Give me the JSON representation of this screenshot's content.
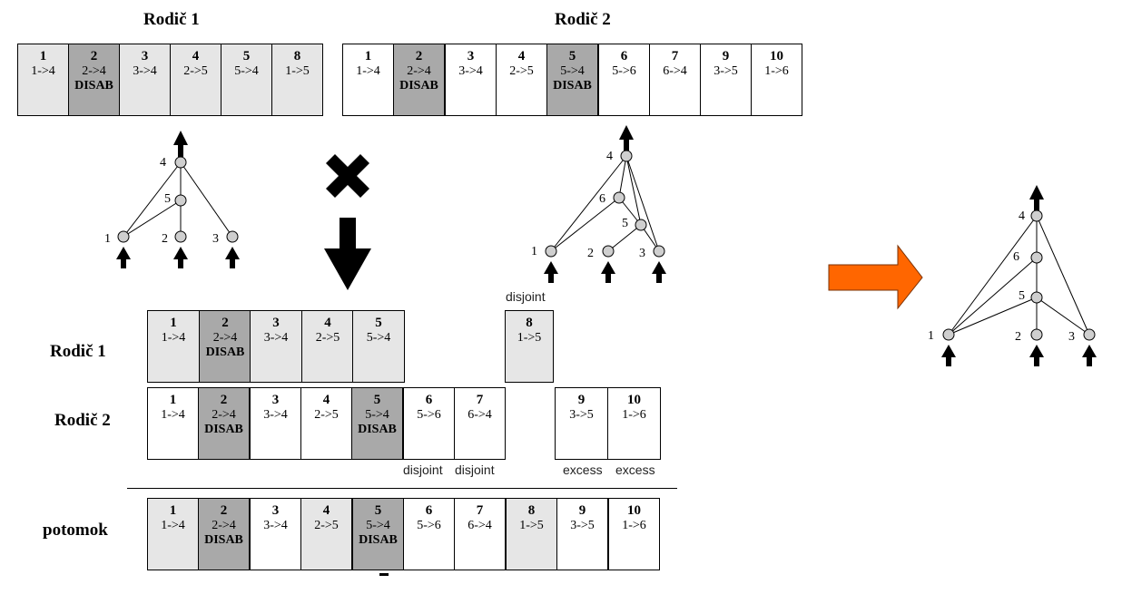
{
  "titles": {
    "parent1": "Rodič 1",
    "parent2": "Rodič 2"
  },
  "aligned_labels": {
    "parent1": "Rodič 1",
    "parent2": "Rodič 2",
    "offspring": "potomok"
  },
  "disabled_text": "DISAB",
  "parent1_genome": [
    {
      "innov": "1",
      "conn": "1->4",
      "shade": "light",
      "disabled": false
    },
    {
      "innov": "2",
      "conn": "2->4",
      "shade": "dark",
      "disabled": true
    },
    {
      "innov": "3",
      "conn": "3->4",
      "shade": "light",
      "disabled": false
    },
    {
      "innov": "4",
      "conn": "2->5",
      "shade": "light",
      "disabled": false
    },
    {
      "innov": "5",
      "conn": "5->4",
      "shade": "light",
      "disabled": false
    },
    {
      "innov": "8",
      "conn": "1->5",
      "shade": "light",
      "disabled": false
    }
  ],
  "parent2_genome": [
    {
      "innov": "1",
      "conn": "1->4",
      "shade": "white",
      "disabled": false
    },
    {
      "innov": "2",
      "conn": "2->4",
      "shade": "dark",
      "disabled": true
    },
    {
      "innov": "3",
      "conn": "3->4",
      "shade": "white",
      "disabled": false
    },
    {
      "innov": "4",
      "conn": "2->5",
      "shade": "white",
      "disabled": false
    },
    {
      "innov": "5",
      "conn": "5->4",
      "shade": "dark",
      "disabled": true
    },
    {
      "innov": "6",
      "conn": "5->6",
      "shade": "white",
      "disabled": false
    },
    {
      "innov": "7",
      "conn": "6->4",
      "shade": "white",
      "disabled": false
    },
    {
      "innov": "9",
      "conn": "3->5",
      "shade": "white",
      "disabled": false
    },
    {
      "innov": "10",
      "conn": "1->6",
      "shade": "white",
      "disabled": false
    }
  ],
  "aligned_parent1": [
    {
      "innov": "1",
      "conn": "1->4",
      "shade": "light",
      "disabled": false
    },
    {
      "innov": "2",
      "conn": "2->4",
      "shade": "dark",
      "disabled": true
    },
    {
      "innov": "3",
      "conn": "3->4",
      "shade": "light",
      "disabled": false
    },
    {
      "innov": "4",
      "conn": "2->5",
      "shade": "light",
      "disabled": false
    },
    {
      "innov": "5",
      "conn": "5->4",
      "shade": "light",
      "disabled": false
    }
  ],
  "aligned_parent1_extra": {
    "innov": "8",
    "conn": "1->5",
    "shade": "light",
    "disabled": false,
    "note": "disjoint"
  },
  "aligned_parent2": [
    {
      "innov": "1",
      "conn": "1->4",
      "shade": "white",
      "disabled": false
    },
    {
      "innov": "2",
      "conn": "2->4",
      "shade": "dark",
      "disabled": true
    },
    {
      "innov": "3",
      "conn": "3->4",
      "shade": "white",
      "disabled": false
    },
    {
      "innov": "4",
      "conn": "2->5",
      "shade": "white",
      "disabled": false
    },
    {
      "innov": "5",
      "conn": "5->4",
      "shade": "dark",
      "disabled": true
    },
    {
      "innov": "6",
      "conn": "5->6",
      "shade": "white",
      "disabled": false,
      "note": "disjoint"
    },
    {
      "innov": "7",
      "conn": "6->4",
      "shade": "white",
      "disabled": false,
      "note": "disjoint"
    }
  ],
  "aligned_parent2_excess": [
    {
      "innov": "9",
      "conn": "3->5",
      "shade": "white",
      "disabled": false,
      "note": "excess"
    },
    {
      "innov": "10",
      "conn": "1->6",
      "shade": "white",
      "disabled": false,
      "note": "excess"
    }
  ],
  "offspring_genome": [
    {
      "innov": "1",
      "conn": "1->4",
      "shade": "light",
      "disabled": false
    },
    {
      "innov": "2",
      "conn": "2->4",
      "shade": "dark",
      "disabled": true
    },
    {
      "innov": "3",
      "conn": "3->4",
      "shade": "white",
      "disabled": false
    },
    {
      "innov": "4",
      "conn": "2->5",
      "shade": "light",
      "disabled": false
    },
    {
      "innov": "5",
      "conn": "5->4",
      "shade": "dark",
      "disabled": true
    },
    {
      "innov": "6",
      "conn": "5->6",
      "shade": "white",
      "disabled": false
    },
    {
      "innov": "7",
      "conn": "6->4",
      "shade": "white",
      "disabled": false
    },
    {
      "innov": "8",
      "conn": "1->5",
      "shade": "light",
      "disabled": false
    },
    {
      "innov": "9",
      "conn": "3->5",
      "shade": "white",
      "disabled": false
    },
    {
      "innov": "10",
      "conn": "1->6",
      "shade": "white",
      "disabled": false
    }
  ],
  "networks": {
    "parent1_nodes": [
      "1",
      "2",
      "3",
      "4",
      "5"
    ],
    "parent2_nodes": [
      "1",
      "2",
      "3",
      "4",
      "5",
      "6"
    ],
    "offspring_nodes": [
      "1",
      "2",
      "3",
      "4",
      "5",
      "6"
    ]
  },
  "colors": {
    "gene_white": "#ffffff",
    "gene_light": "#e6e6e6",
    "gene_dark": "#a9a9a9",
    "node_fill": "#cfcfcf",
    "arrow_orange": "#ff6600"
  },
  "icons": {
    "crossover": "cross-mark-icon",
    "result": "down-arrow-icon",
    "transition": "right-arrow-icon"
  }
}
